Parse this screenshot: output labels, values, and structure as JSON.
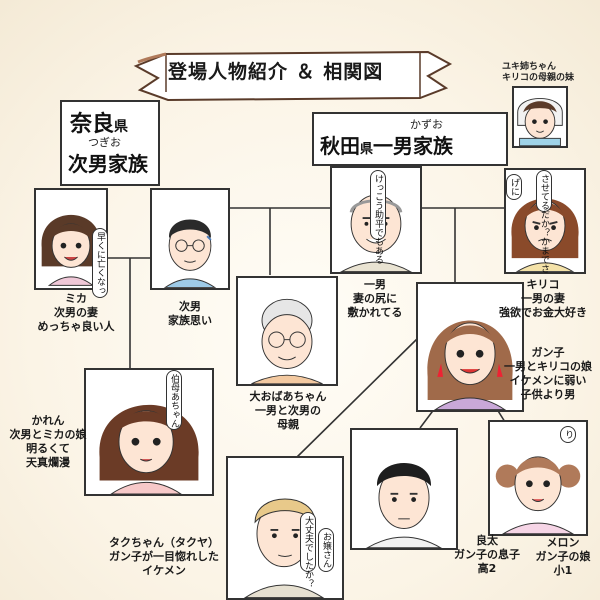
{
  "title": "登場人物紹介 ＆ 相関図",
  "nara": {
    "pref": "奈良",
    "pref_suffix": "県",
    "ruby": "つぎお",
    "family": "次男家族"
  },
  "akita": {
    "ruby": "かずお",
    "pref": "秋田",
    "pref_suffix": "県",
    "family": "一男家族"
  },
  "note_yuki": [
    "ユキ姉ちゃん",
    "キリコの母親の妹"
  ],
  "bubbles": {
    "mika": "早くに亡くなっ",
    "ichio": "けっこう助平でもある",
    "kiriko_1": "げに",
    "kiriko_2": "させてるだか？かまでさ",
    "karen": "伯母あちゃん",
    "takuya_1": "大丈夫でしたか？",
    "takuya_2": "お嬢さん",
    "meron": "り"
  },
  "characters": [
    {
      "id": "mika",
      "lines": [
        "ミカ",
        "次男の妻",
        "めっちゃ良い人"
      ]
    },
    {
      "id": "jinan",
      "lines": [
        "次男",
        "家族思い"
      ]
    },
    {
      "id": "ichio",
      "lines": [
        "一男",
        "妻の尻に",
        "敷かれてる"
      ]
    },
    {
      "id": "kiriko",
      "lines": [
        "キリコ",
        "一男の妻",
        "強欲でお金大好き"
      ]
    },
    {
      "id": "karen",
      "lines": [
        "かれん",
        "次男とミカの娘",
        "明るくて",
        "天真爛漫"
      ]
    },
    {
      "id": "obaachan",
      "lines": [
        "大おばあちゃん",
        "一男と次男の",
        "母親"
      ]
    },
    {
      "id": "ganko",
      "lines": [
        "ガン子",
        "一男とキリコの娘",
        "イケメンに弱い",
        "子供より男"
      ]
    },
    {
      "id": "takuya",
      "lines": [
        "タクちゃん（タクヤ）",
        "ガン子が一目惚れした",
        "イケメン"
      ]
    },
    {
      "id": "ryota",
      "lines": [
        "良太",
        "ガン子の息子",
        "高2"
      ]
    },
    {
      "id": "meron",
      "lines": [
        "メロン",
        "ガン子の娘",
        "小1"
      ]
    }
  ]
}
